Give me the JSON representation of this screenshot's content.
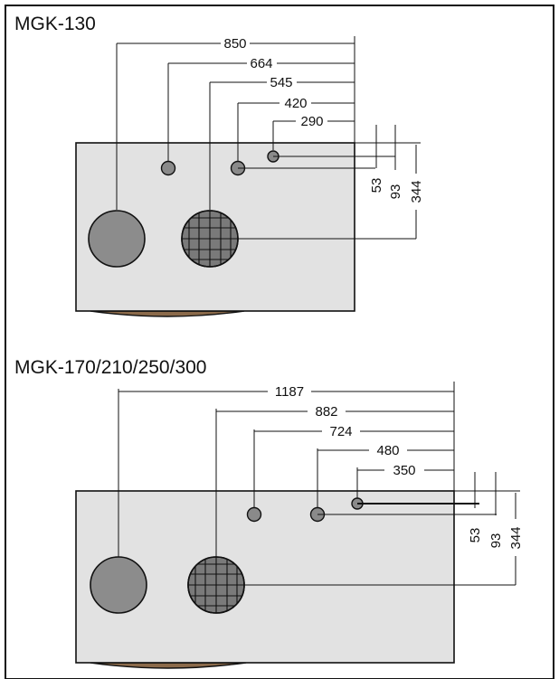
{
  "diagrams": [
    {
      "title": "MGK-130",
      "horizontal_dims": [
        "850",
        "664",
        "545",
        "420",
        "290"
      ],
      "vertical_dims": [
        "53",
        "93",
        "344"
      ]
    },
    {
      "title": "MGK-170/210/250/300",
      "horizontal_dims": [
        "1187",
        "882",
        "724",
        "480",
        "350"
      ],
      "vertical_dims": [
        "53",
        "93",
        "344"
      ]
    }
  ],
  "colors": {
    "body_fill": "#e2e2e2",
    "outline": "#111111",
    "port_fill": "#8a8a8a",
    "grille_fill": "#7a7a7a",
    "base_fill": "#8b6a4a"
  }
}
